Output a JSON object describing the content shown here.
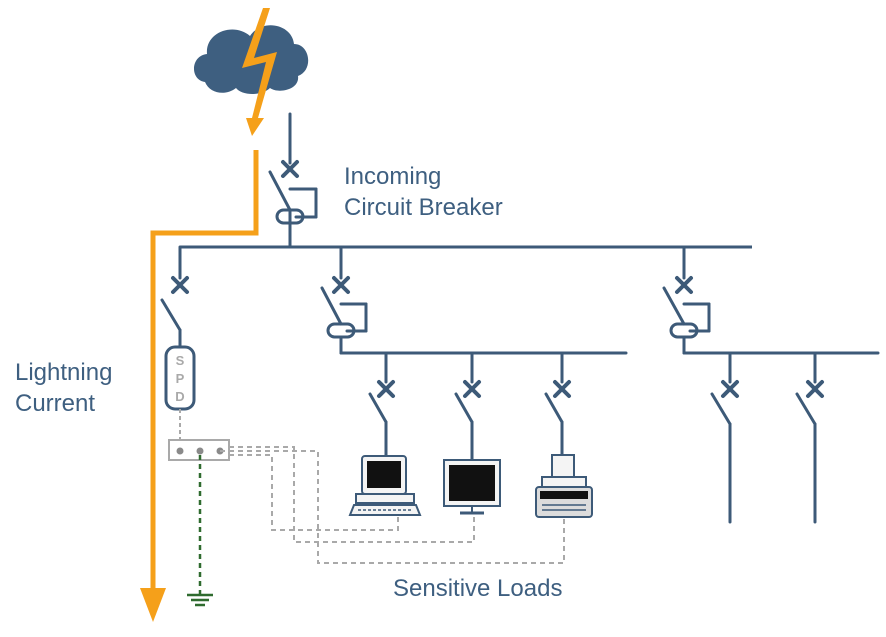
{
  "labels": {
    "incoming_line1": "Incoming",
    "incoming_line2": "Circuit Breaker",
    "lightning_line1": "Lightning",
    "lightning_line2": "Current",
    "sensitive_loads": "Sensitive Loads"
  },
  "spd": {
    "letters": [
      "S",
      "P",
      "D"
    ]
  },
  "colors": {
    "line": "#3d5a78",
    "label": "#3e5f80",
    "lightning": "#f5a01a",
    "cloud": "#3e5f80",
    "ground": "#2f6b2f",
    "signal": "#a9a9a9",
    "spd_text": "#a9a9a9"
  }
}
